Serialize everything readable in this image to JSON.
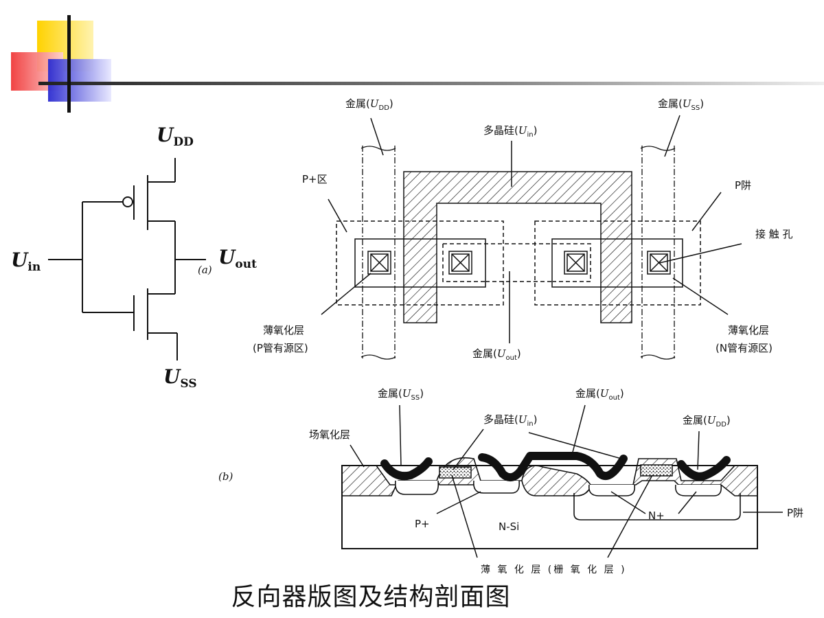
{
  "caption": "反向器版图及结构剖面图",
  "colors": {
    "deco_yellow": "#FFD200",
    "deco_red": "#F03A3A",
    "deco_blue": "#2A2AD0",
    "line": "#111111"
  },
  "schematic": {
    "vdd": {
      "main": "U",
      "sub": "DD"
    },
    "vss": {
      "main": "U",
      "sub": "SS"
    },
    "vin": {
      "main": "U",
      "sub": "in"
    },
    "vout": {
      "main": "U",
      "sub": "out"
    },
    "tag_a": "(a)"
  },
  "layout": {
    "metal_vdd": {
      "pre": "金属(",
      "main": "U",
      "sub": "DD",
      "post": ")"
    },
    "metal_vss": {
      "pre": "金属(",
      "main": "U",
      "sub": "SS",
      "post": ")"
    },
    "poly_in": {
      "pre": "多晶硅(",
      "main": "U",
      "sub": "in",
      "post": ")"
    },
    "metal_out": {
      "pre": "金属(",
      "main": "U",
      "sub": "out",
      "post": ")"
    },
    "p_region": "P+区",
    "p_well": "P阱",
    "contact": "接 触 孔",
    "thin_oxide_left": "薄氧化层",
    "p_active": "(P管有源区)",
    "thin_oxide_right": "薄氧化层",
    "n_active": "(N管有源区)"
  },
  "section": {
    "tag_b": "(b)",
    "field_oxide": "场氧化层",
    "metal_vss": {
      "pre": "金属(",
      "main": "U",
      "sub": "SS",
      "post": ")"
    },
    "poly_in": {
      "pre": "多晶硅(",
      "main": "U",
      "sub": "in",
      "post": ")"
    },
    "metal_out": {
      "pre": "金属(",
      "main": "U",
      "sub": "out",
      "post": ")"
    },
    "metal_vdd": {
      "pre": "金属(",
      "main": "U",
      "sub": "DD",
      "post": ")"
    },
    "p_plus": "P+",
    "n_si": "N-Si",
    "n_plus": "N+",
    "p_well": "P阱",
    "gate_oxide": "薄 氧 化 层 (栅 氧 化 层 )"
  }
}
